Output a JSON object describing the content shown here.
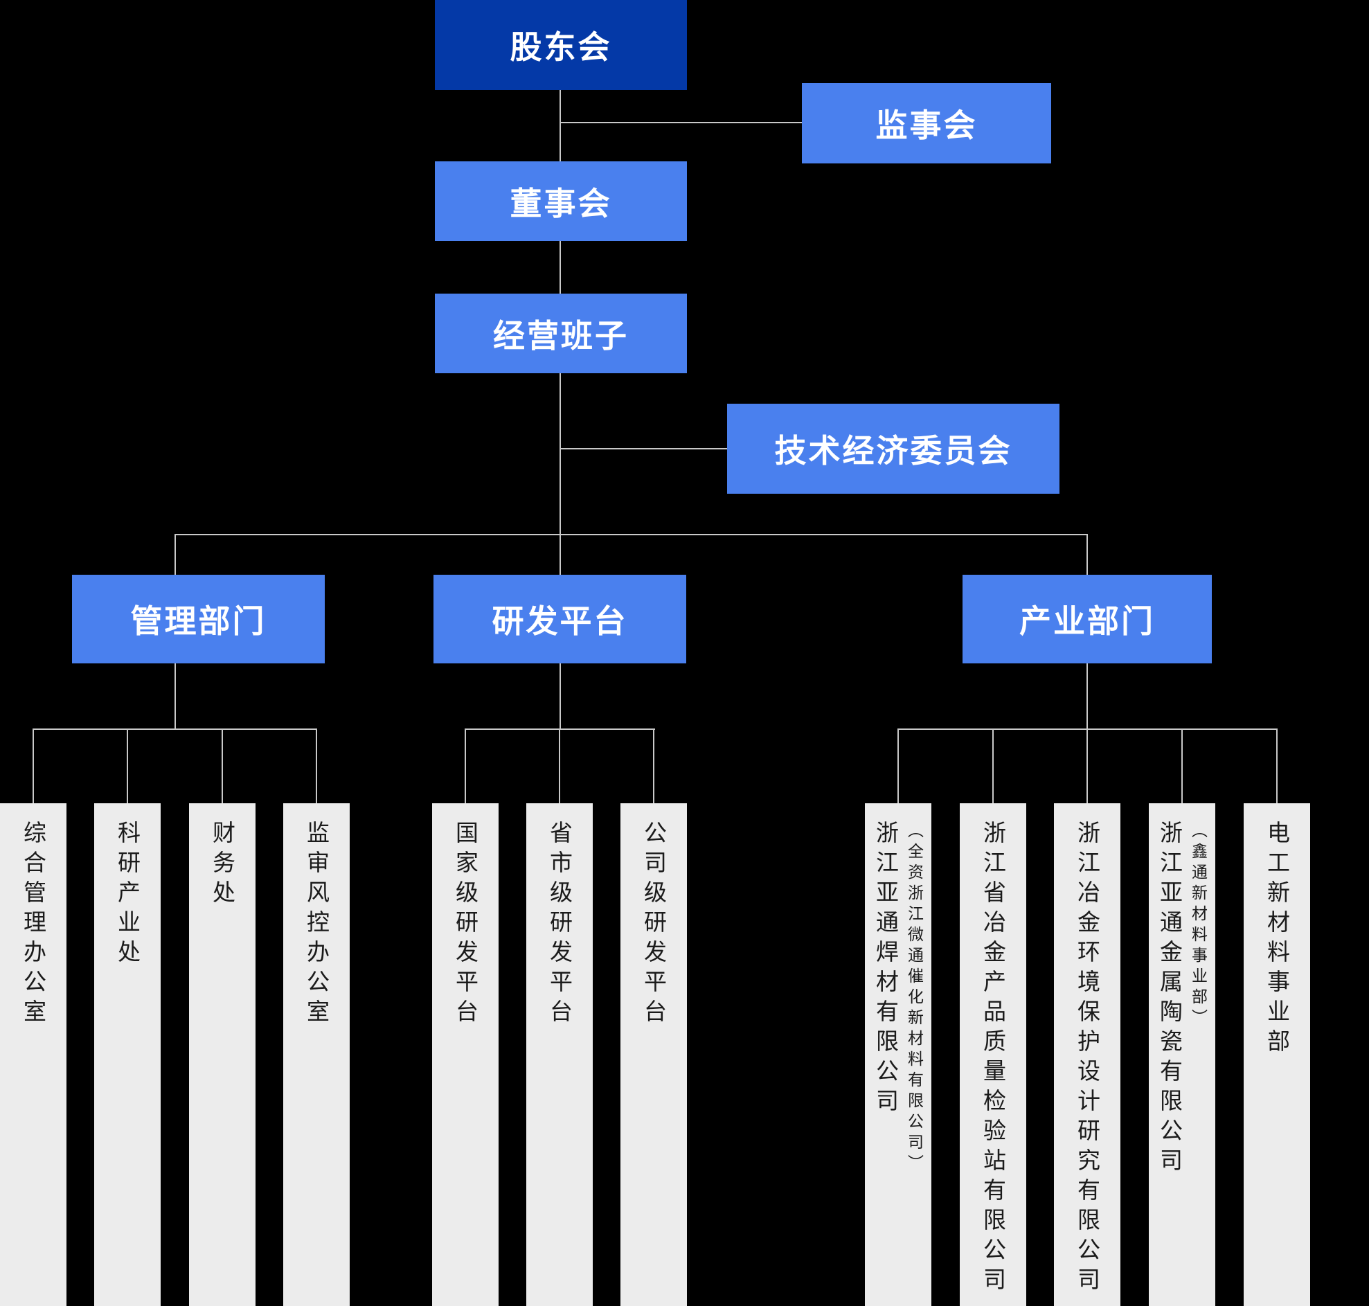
{
  "colors": {
    "background": "#000000",
    "primary_dark_blue": "#0439A7",
    "primary_blue": "#4A80EE",
    "child_box_gray": "#ECECEC",
    "connector_line": "#C9C9C9",
    "text_on_blue": "#FFFFFF",
    "text_on_gray": "#1B1B1B"
  },
  "org": {
    "shareholders": {
      "label": "股东会"
    },
    "supervisory_board": {
      "label": "监事会"
    },
    "board_of_directors": {
      "label": "董事会"
    },
    "management_team": {
      "label": "经营班子"
    },
    "tech_econ_committee": {
      "label": "技术经济委员会"
    },
    "branches": [
      {
        "label": "管理部门",
        "children": [
          {
            "label": "综合管理办公室"
          },
          {
            "label": "科研产业处"
          },
          {
            "label": "财务处"
          },
          {
            "label": "监审风控办公室"
          }
        ]
      },
      {
        "label": "研发平台",
        "children": [
          {
            "label": "国家级研发平台"
          },
          {
            "label": "省市级研发平台"
          },
          {
            "label": "公司级研发平台"
          }
        ]
      },
      {
        "label": "产业部门",
        "children": [
          {
            "label": "浙江亚通焊材有限公司",
            "sublabel": "（全资浙江微通催化新材料有限公司）"
          },
          {
            "label": "浙江省冶金产品质量检验站有限公司"
          },
          {
            "label": "浙江冶金环境保护设计研究有限公司"
          },
          {
            "label": "浙江亚通金属陶瓷有限公司",
            "sublabel": "（鑫通新材料事业部）"
          },
          {
            "label": "电工新材料事业部"
          }
        ]
      }
    ]
  }
}
